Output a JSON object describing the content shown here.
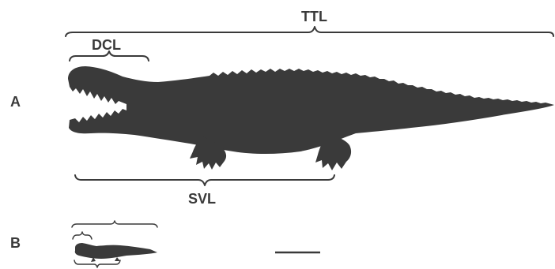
{
  "panels": {
    "a": {
      "label": "A"
    },
    "b": {
      "label": "B"
    }
  },
  "measurements": {
    "ttl": "TTL",
    "dcl": "DCL",
    "svl": "SVL"
  },
  "colors": {
    "ink": "#3a3a3a",
    "background": "#ffffff"
  }
}
